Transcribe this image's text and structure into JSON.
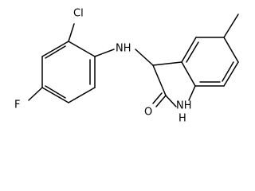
{
  "molecule": {
    "atoms": {
      "cl": "Cl",
      "f": "F",
      "nh_amine": "NH",
      "nh_ring": "NH",
      "h_ring": "H",
      "o": "O"
    }
  }
}
